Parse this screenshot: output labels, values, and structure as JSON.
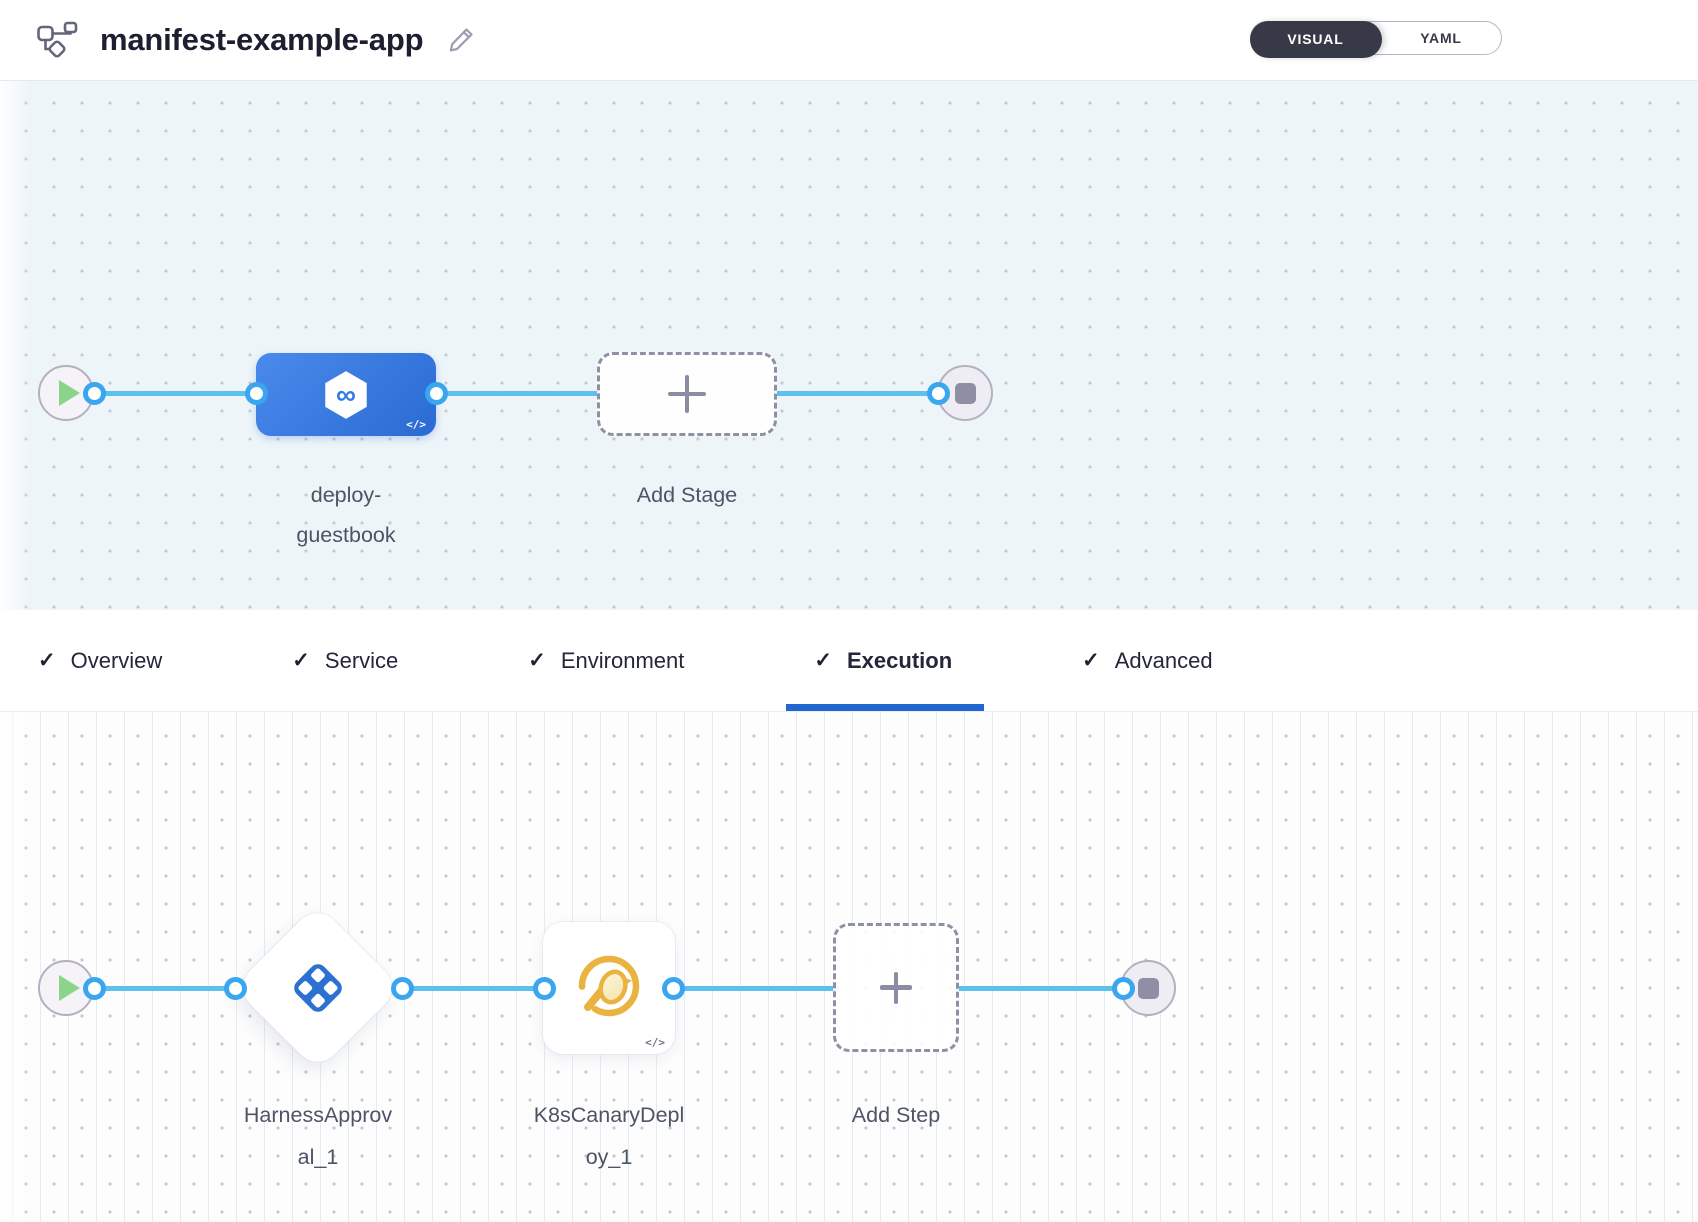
{
  "header": {
    "title": "manifest-example-app",
    "view_toggle": {
      "options": [
        "VISUAL",
        "YAML"
      ],
      "selected": "VISUAL"
    }
  },
  "icons": {
    "check": "✓",
    "code_badge": "</>",
    "infinity": "∞"
  },
  "colors": {
    "stage_node_gradient": [
      "#4a8aec",
      "#2a6bd3"
    ],
    "connector_blue": "#5fc0ee",
    "port_ring_blue": "#3ba6f0",
    "approval_icon_blue": "#2c70d2",
    "canary_gold": "#eab340",
    "toggle_dark": "#383946",
    "tab_underline_blue": "#2166d1",
    "play_green": "#8bd489",
    "stop_gray": "#8e8ea4"
  },
  "stage_canvas": {
    "stage_full_name": "deploy-guestbook",
    "stage_name_line1": "deploy-",
    "stage_name_line2": "guestbook",
    "add_stage_label": "Add Stage"
  },
  "tabs": [
    {
      "label": "Overview",
      "checked": true,
      "active": false
    },
    {
      "label": "Service",
      "checked": true,
      "active": false
    },
    {
      "label": "Environment",
      "checked": true,
      "active": false
    },
    {
      "label": "Execution",
      "checked": true,
      "active": true
    },
    {
      "label": "Advanced",
      "checked": true,
      "active": false
    }
  ],
  "execution_canvas": {
    "step1_full_name": "HarnessApproval_1",
    "step1_name_line1": "HarnessApprov",
    "step1_name_line2": "al_1",
    "step2_full_name": "K8sCanaryDeploy_1",
    "step2_name_line1": "K8sCanaryDepl",
    "step2_name_line2": "oy_1",
    "add_step_label": "Add Step"
  }
}
